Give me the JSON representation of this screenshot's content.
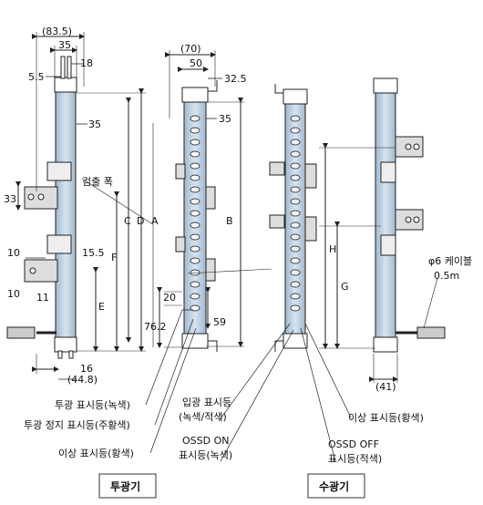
{
  "diagram": {
    "top_dims": {
      "d83_5": "(83.5)",
      "d35a": "35",
      "d18": "18",
      "d5_5": "5.5",
      "d70": "(70)",
      "d50": "50",
      "d32_5": "32.5",
      "d35b": "35",
      "d35c": "35"
    },
    "left_dims": {
      "d33": "33",
      "d10a": "10",
      "d15_5": "15.5",
      "d10b": "10",
      "d11": "11",
      "d16": "16",
      "d44_8": "(44.8)"
    },
    "letters": {
      "A": "A",
      "B": "B",
      "C": "C",
      "D": "D",
      "E": "E",
      "F": "F",
      "G": "G",
      "H": "H"
    },
    "mid_dims": {
      "d20": "20",
      "d76_2": "76.2",
      "d59": "59",
      "d41": "(41)"
    },
    "labels": {
      "detect_width": "검출 폭",
      "cable_l1": "φ6 케이블",
      "cable_l2": "0.5m",
      "emit_indicator": "투광 표시등(녹색)",
      "emit_stop": "투광 정지 표시등(주황색)",
      "abnormal_left": "이상 표시등(황색)",
      "recv_l1": "입광 표시등",
      "recv_l2": "(녹색/적색)",
      "ossd_on_l1": "OSSD ON",
      "ossd_on_l2": "표시등(녹색)",
      "ossd_off_l1": "OSSD OFF",
      "ossd_off_l2": "표시등(적색)",
      "abnormal_right": "이상 표시등(황색)"
    },
    "captions": {
      "emitter": "투광기",
      "receiver": "수광기"
    },
    "colors": {
      "housing": "#b9cfe0",
      "line": "#222222"
    }
  }
}
